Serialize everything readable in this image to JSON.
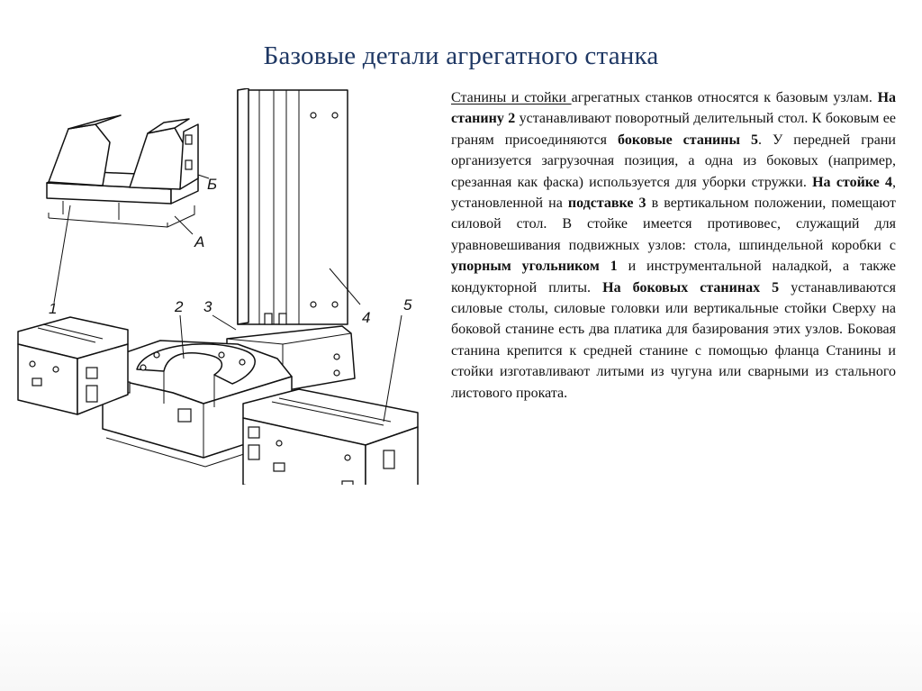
{
  "slide": {
    "title": "Базовые детали агрегатного станка"
  },
  "figure": {
    "labels": {
      "a": "А",
      "b": "Б",
      "n1": "1",
      "n2": "2",
      "n3": "3",
      "n4": "4",
      "n5": "5"
    }
  },
  "body": {
    "s01": "Станины и стойки ",
    "s02": "агрегатных станков относятся к базовым узлам. ",
    "s03": "На станину 2",
    "s04": " устанавливают поворотный делительный стол. К боковым ее граням присоединяются ",
    "s05": "боковые станины 5",
    "s06": ". У передней грани организуется загрузочная позиция, а одна из боковых (например, срезанная как фаска) используется для уборки стружки. ",
    "s07": "На стойке 4",
    "s08": ", установленной на ",
    "s09": "подставке 3",
    "s10": " в вертикальном положении, помещают силовой стол. В стойке имеется противовес, служащий для уравновешивания подвижных узлов: стола, шпиндельной коробки с ",
    "s11": "упорным угольником 1",
    "s12": " и инструментальной наладкой, а также кондукторной плиты. ",
    "s13": "На боковых станинах 5",
    "s14": " устанавливаются силовые столы, силовые головки или вертикальные стойки Сверху на боковой станине есть два платика для базирования этих узлов. Боковая станина крепится к средней станине с помощью фланца Станины и стойки изготавливают литыми из чугуна или сварными из стального листового проката."
  }
}
